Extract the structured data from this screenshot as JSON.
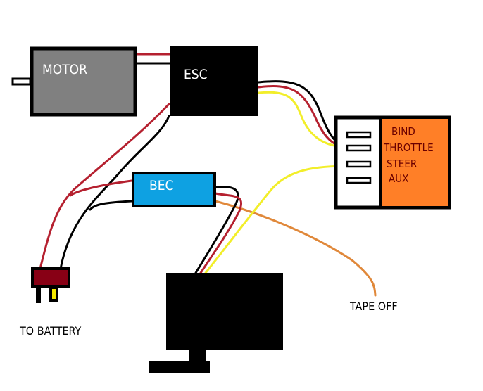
{
  "labels": {
    "motor": "MOTOR",
    "esc": "ESC",
    "bec": "BEC",
    "receiver_channels": [
      "BIND",
      "THROTTLE",
      "STEER",
      "AUX"
    ],
    "battery": "TO BATTERY",
    "tape_off": "TAPE OFF"
  },
  "colors": {
    "motor": "#808080",
    "esc": "#000000",
    "bec": "#0ea1e2",
    "receiver": "#ff7f27",
    "wire_red": "#b5202f",
    "wire_black": "#000000",
    "wire_yellow": "#f2ee2a",
    "wire_orange": "#e0883a",
    "battery_plug": "#880015"
  }
}
